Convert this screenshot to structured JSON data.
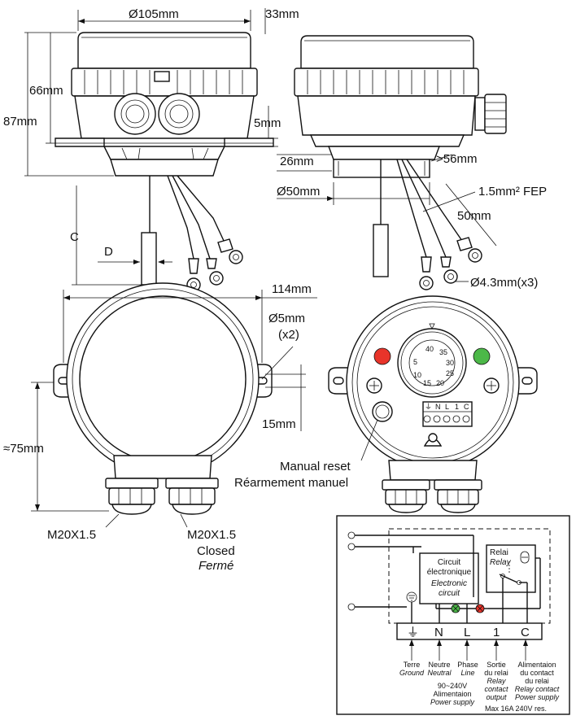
{
  "dimensions": {
    "diameter_105": "Ø105mm",
    "d33": "33mm",
    "d66": "66mm",
    "d87": "87mm",
    "d5": "5mm",
    "d26": "26mm",
    "d56": ">56mm",
    "d50dia": "Ø50mm",
    "fep": "1.5mm² FEP",
    "d50": "50mm",
    "ring": "Ø4.3mm(x3)",
    "c": "C",
    "d": "D",
    "d114": "114mm",
    "hole": "Ø5mm",
    "hole_count": "(x2)",
    "d15": "15mm",
    "d75": "≈75mm",
    "gland_left": "M20X1.5",
    "gland_right": "M20X1.5",
    "closed_en": "Closed",
    "closed_fr": "Fermé"
  },
  "reset": {
    "en": "Manual reset",
    "fr": "Réarmement manuel"
  },
  "dial": {
    "ticks": [
      "40",
      "35",
      "30",
      "25",
      "20",
      "15",
      "10",
      "5"
    ],
    "terminals": [
      "⏚",
      "N",
      "L",
      "1",
      "C"
    ]
  },
  "wiring": {
    "circuit_fr_1": "Circuit",
    "circuit_fr_2": "électronique",
    "circuit_en_1": "Electronic",
    "circuit_en_2": "circuit",
    "relay_fr": "Relai",
    "relay_en": "Relay",
    "terminals": [
      "⏚",
      "N",
      "L",
      "1",
      "C"
    ],
    "labels": [
      {
        "fr": "Terre",
        "en": "Ground"
      },
      {
        "fr": "Neutre",
        "en": "Neutral"
      },
      {
        "fr": "Phase",
        "en": "Line"
      },
      {
        "fr1": "Sortie",
        "fr2": "du relai",
        "en1": "Relay",
        "en2": "contact",
        "en3": "output"
      },
      {
        "fr1": "Alimentaion",
        "fr2": "du contact",
        "fr3": "du relai",
        "en1": "Relay contact",
        "en2": "Power supply"
      }
    ],
    "supply_v": "90~240V",
    "supply_fr": "Alimentaion",
    "supply_en": "Power supply",
    "max": "Max 16A 240V res."
  },
  "colors": {
    "red_led": "#e8342a",
    "green_led": "#4cb848"
  }
}
